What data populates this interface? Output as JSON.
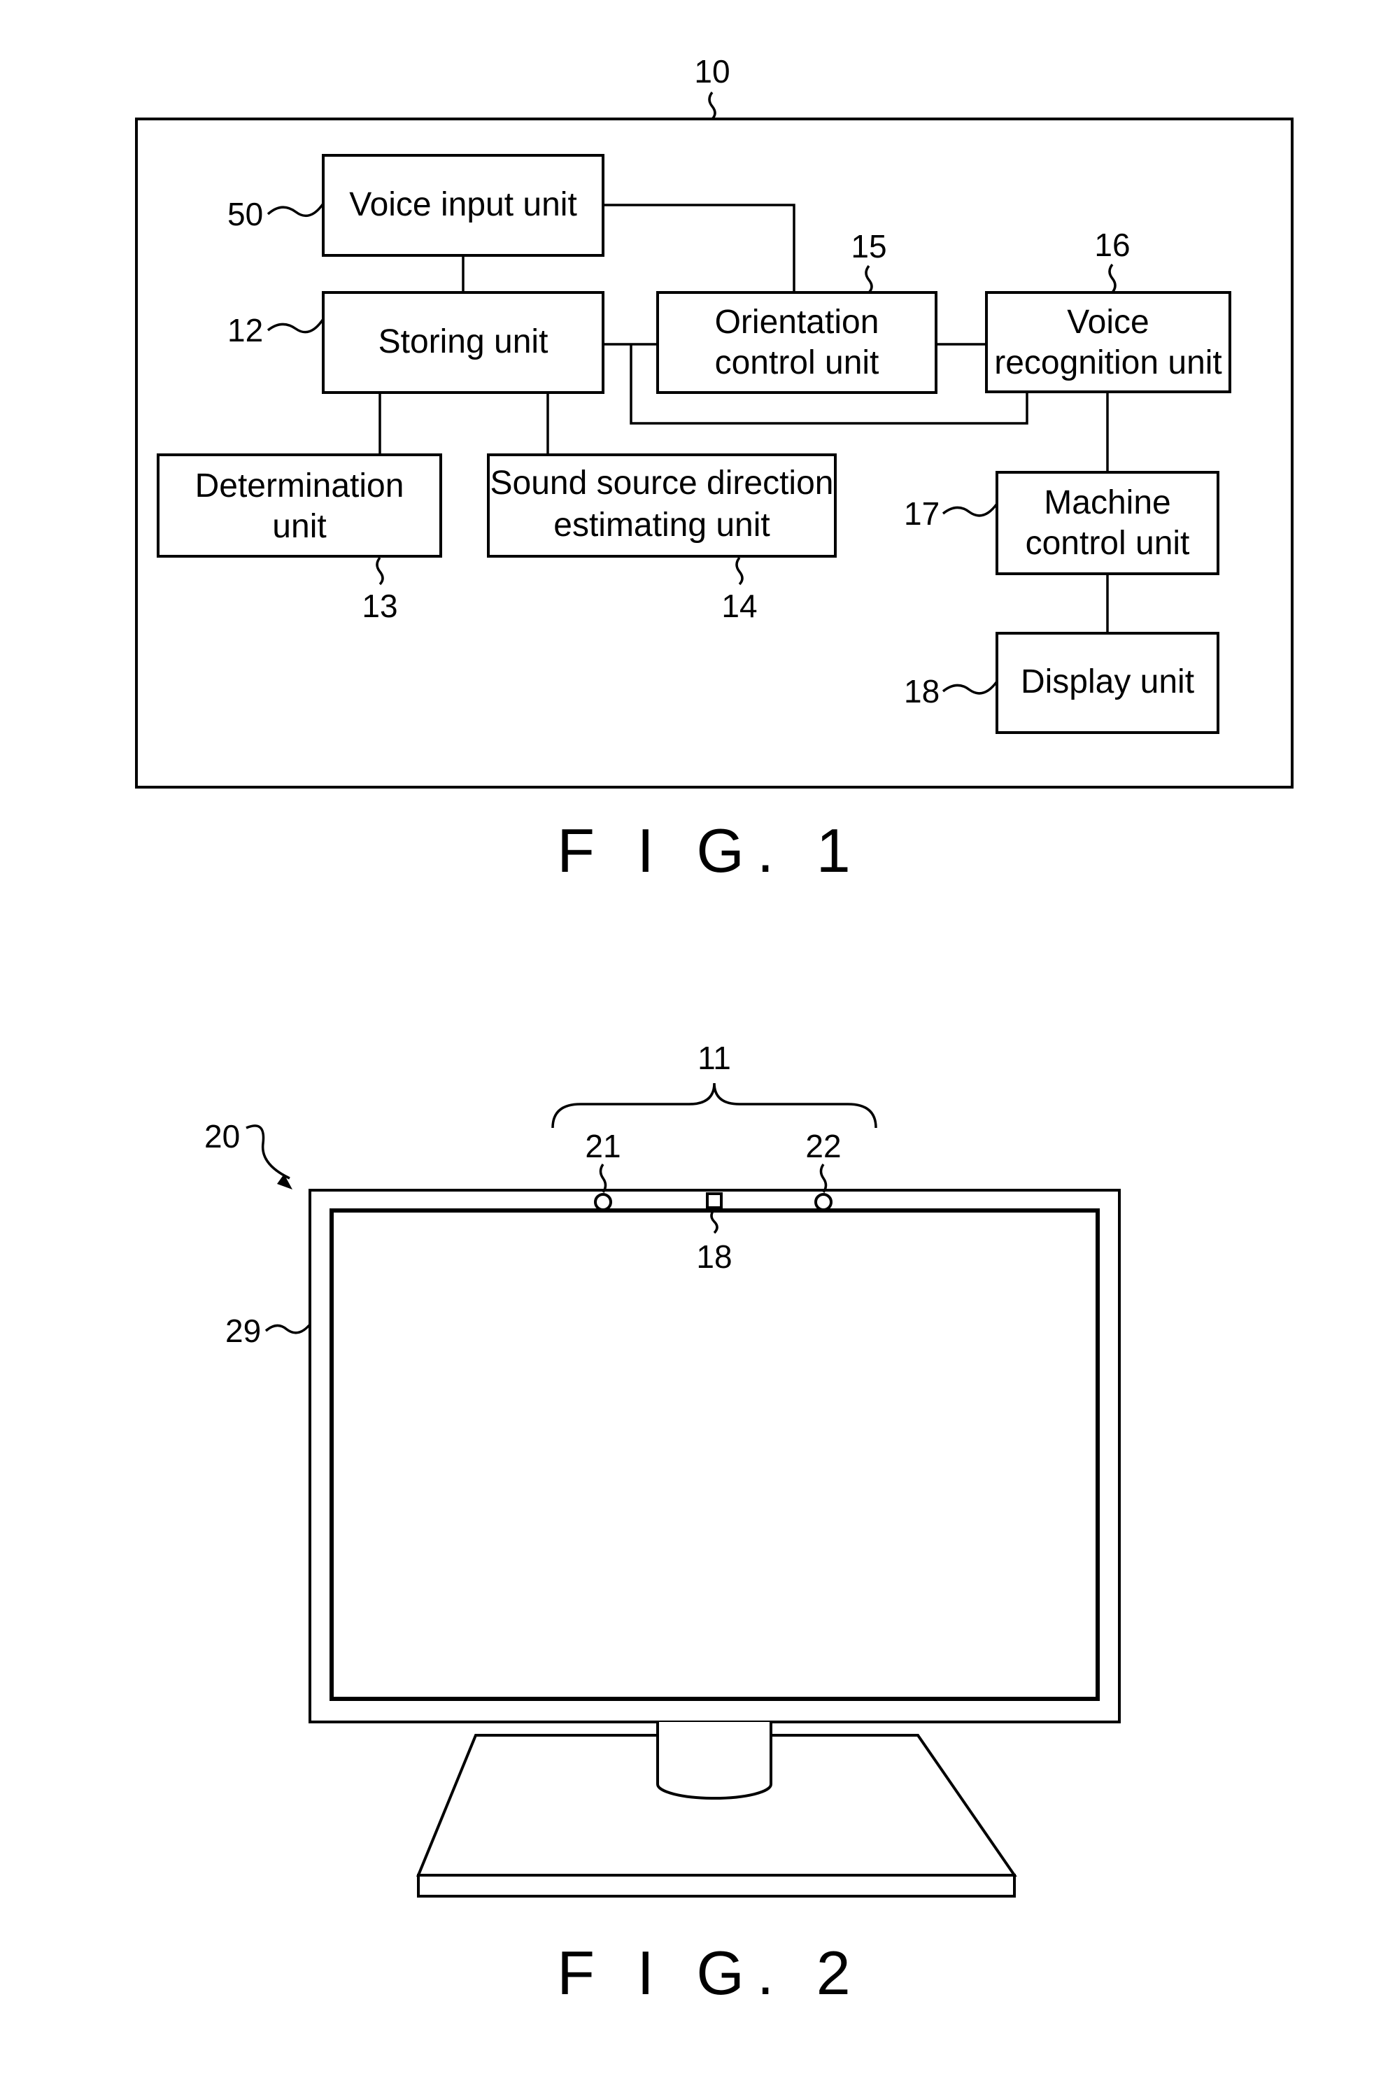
{
  "fig1": {
    "caption": "F I G. 1",
    "ref_system": "10",
    "blocks": {
      "voice_input": {
        "ref": "50",
        "lines": [
          "Voice input unit"
        ]
      },
      "storing": {
        "ref": "12",
        "lines": [
          "Storing unit"
        ]
      },
      "orientation": {
        "ref": "15",
        "lines": [
          "Orientation",
          "control unit"
        ]
      },
      "voice_recognition": {
        "ref": "16",
        "lines": [
          "Voice",
          "recognition unit"
        ]
      },
      "determination": {
        "ref": "13",
        "lines": [
          "Determination",
          "unit"
        ]
      },
      "sound_source": {
        "ref": "14",
        "lines": [
          "Sound source direction",
          "estimating unit"
        ]
      },
      "machine_control": {
        "ref": "17",
        "lines": [
          "Machine",
          "control unit"
        ]
      },
      "display": {
        "ref": "18",
        "lines": [
          "Display unit"
        ]
      }
    }
  },
  "fig2": {
    "caption": "F I G. 2",
    "ref_device": "20",
    "ref_mic_array": "11",
    "ref_mic_left": "21",
    "ref_mic_right": "22",
    "ref_indicator": "18",
    "ref_screen": "29"
  }
}
